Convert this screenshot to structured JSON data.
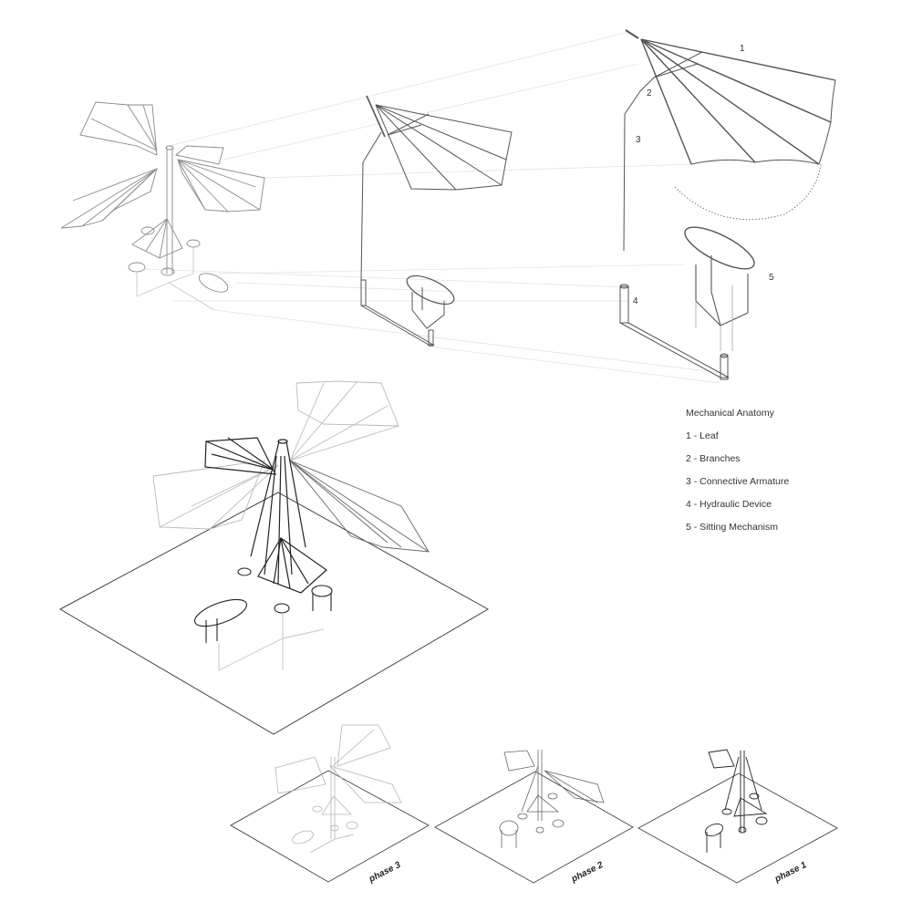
{
  "legend": {
    "title": "Mechanical Anatomy",
    "items": [
      {
        "num": "1",
        "label": "1 - Leaf"
      },
      {
        "num": "2",
        "label": "2 - Branches"
      },
      {
        "num": "3",
        "label": "3 - Connective Armature"
      },
      {
        "num": "4",
        "label": "4 - Hydraulic Device"
      },
      {
        "num": "5",
        "label": "5 - Sitting Mechanism"
      }
    ]
  },
  "callouts": {
    "c1": "1",
    "c2": "2",
    "c3": "3",
    "c4": "4",
    "c5": "5"
  },
  "phases": {
    "p3": "phase 3",
    "p2": "phase 2",
    "p1": "phase 1"
  },
  "colors": {
    "line_dark": "#1a1a1a",
    "line_mid": "#555555",
    "line_light": "#bdbdbd",
    "background": "#ffffff"
  }
}
